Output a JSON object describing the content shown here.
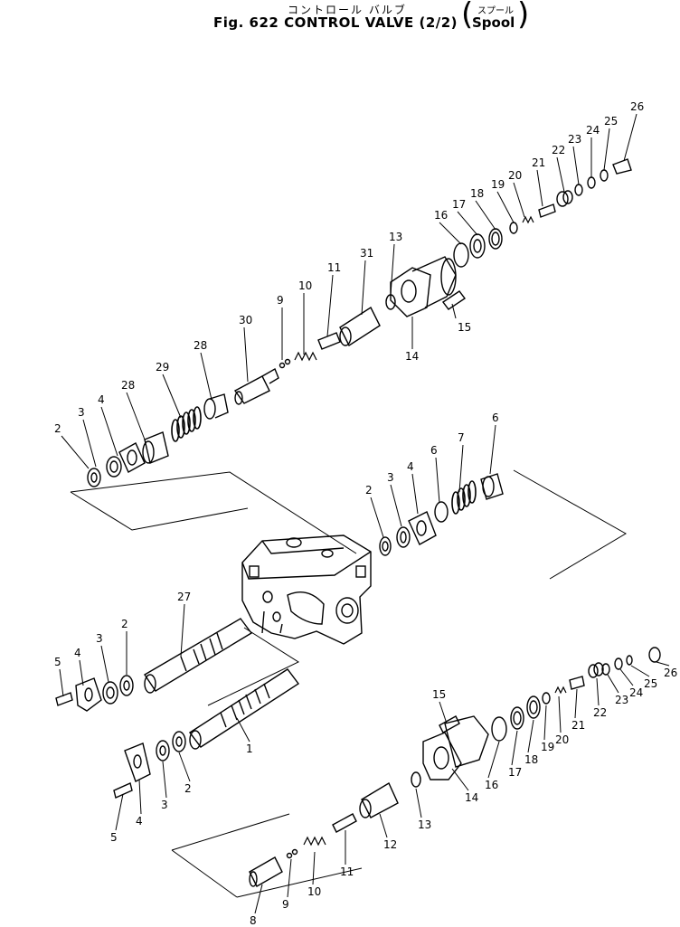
{
  "title": {
    "japanese": "コントロール バルブ",
    "figure": "Fig. 622 CONTROL VALVE (2/2)",
    "subtitle_japanese": "スプール",
    "subtitle": "Spool"
  },
  "callouts": {
    "upper": [
      "26",
      "25",
      "24",
      "23",
      "22",
      "21",
      "20",
      "19",
      "18",
      "17",
      "16",
      "13",
      "31",
      "11",
      "10",
      "9",
      "30",
      "28",
      "29",
      "28",
      "4",
      "3",
      "2",
      "15",
      "14"
    ],
    "middle_right": [
      "6",
      "7",
      "6",
      "4",
      "3",
      "2"
    ],
    "middle_left": [
      "27",
      "5",
      "4",
      "3",
      "2",
      "1",
      "5",
      "4",
      "3",
      "2"
    ],
    "lower": [
      "15",
      "26",
      "25",
      "24",
      "23",
      "22",
      "21",
      "20",
      "19",
      "18",
      "17",
      "16",
      "14",
      "13",
      "12",
      "11",
      "10",
      "9",
      "8"
    ]
  }
}
